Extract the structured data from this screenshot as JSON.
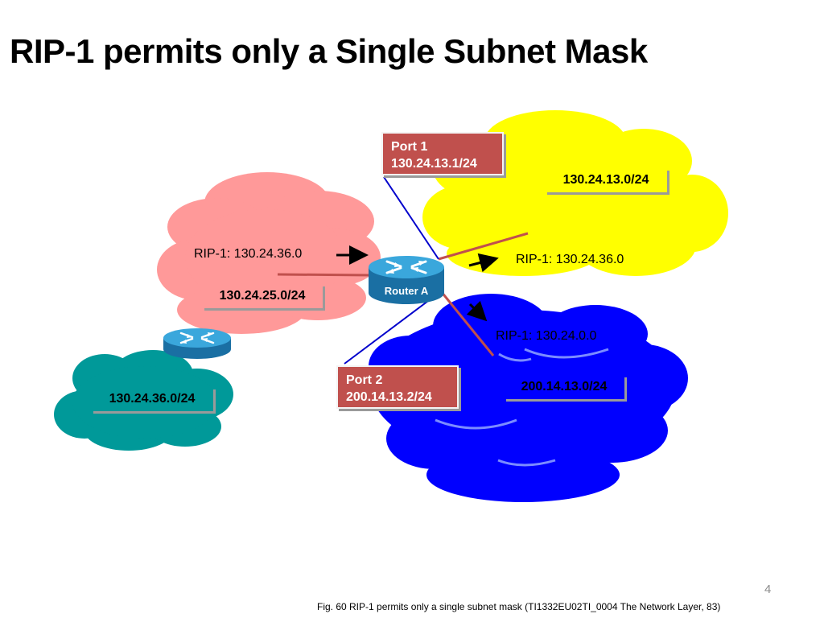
{
  "slide": {
    "title": "RIP-1 permits only a Single Subnet Mask",
    "page_number": "4",
    "caption": "Fig. 60 RIP-1 permits only a single subnet mask (TI1332EU02TI_0004 The Network Layer, 83)"
  },
  "colors": {
    "pink_cloud": "#ff9999",
    "yellow_cloud": "#ffff00",
    "blue_cloud": "#0000ff",
    "teal_cloud": "#009999",
    "port_box": "#c0504d",
    "router": "#1e90c8",
    "link_line": "#0000cc",
    "interface_line": "#c0504d"
  },
  "networks": {
    "pink": "130.24.25.0/24",
    "yellow": "130.24.13.0/24",
    "blue": "200.14.13.0/24",
    "teal": "130.24.36.0/24"
  },
  "routers": {
    "main_label": "Router A"
  },
  "ports": {
    "port1": {
      "name": "Port 1",
      "address": "130.24.13.1/24"
    },
    "port2": {
      "name": "Port 2",
      "address": "200.14.13.2/24"
    }
  },
  "rip_updates": {
    "from_pink": "RIP-1: 130.24.36.0",
    "to_yellow": "RIP-1: 130.24.36.0",
    "to_blue": "RIP-1: 130.24.0.0"
  },
  "icons": {
    "router": "router-icon",
    "arrow": "arrow-icon"
  }
}
